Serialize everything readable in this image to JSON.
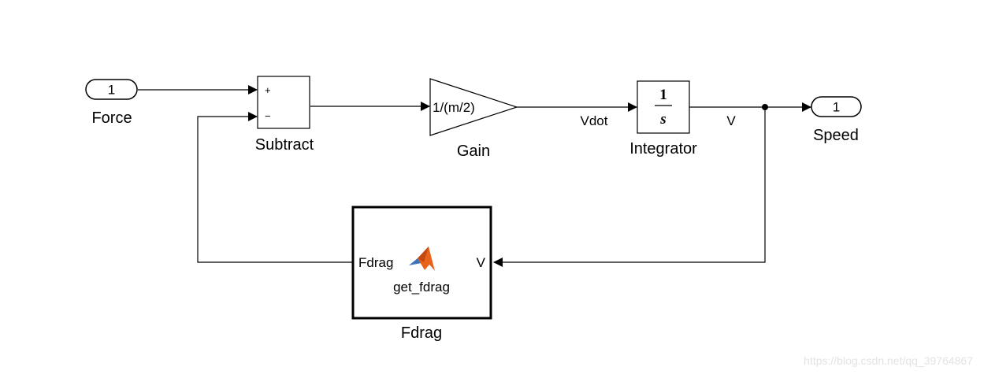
{
  "blocks": {
    "inport": {
      "number": "1",
      "label": "Force"
    },
    "subtract": {
      "plus": "+",
      "minus": "−",
      "label": "Subtract"
    },
    "gain": {
      "value": "1/(m/2)",
      "label": "Gain"
    },
    "integrator": {
      "numerator": "1",
      "denominator": "s",
      "label": "Integrator"
    },
    "outport": {
      "number": "1",
      "label": "Speed"
    },
    "fdrag": {
      "input_port": "V",
      "output_port": "Fdrag",
      "function_name": "get_fdrag",
      "label": "Fdrag"
    }
  },
  "signals": {
    "vdot": "Vdot",
    "v": "V"
  },
  "watermark": "https://blog.csdn.net/qq_39764867",
  "colors": {
    "line": "#000000",
    "logo_orange": "#e8641c",
    "logo_blue": "#3b74b8"
  },
  "icons": {
    "matlab_function": "matlab-logo-icon"
  }
}
